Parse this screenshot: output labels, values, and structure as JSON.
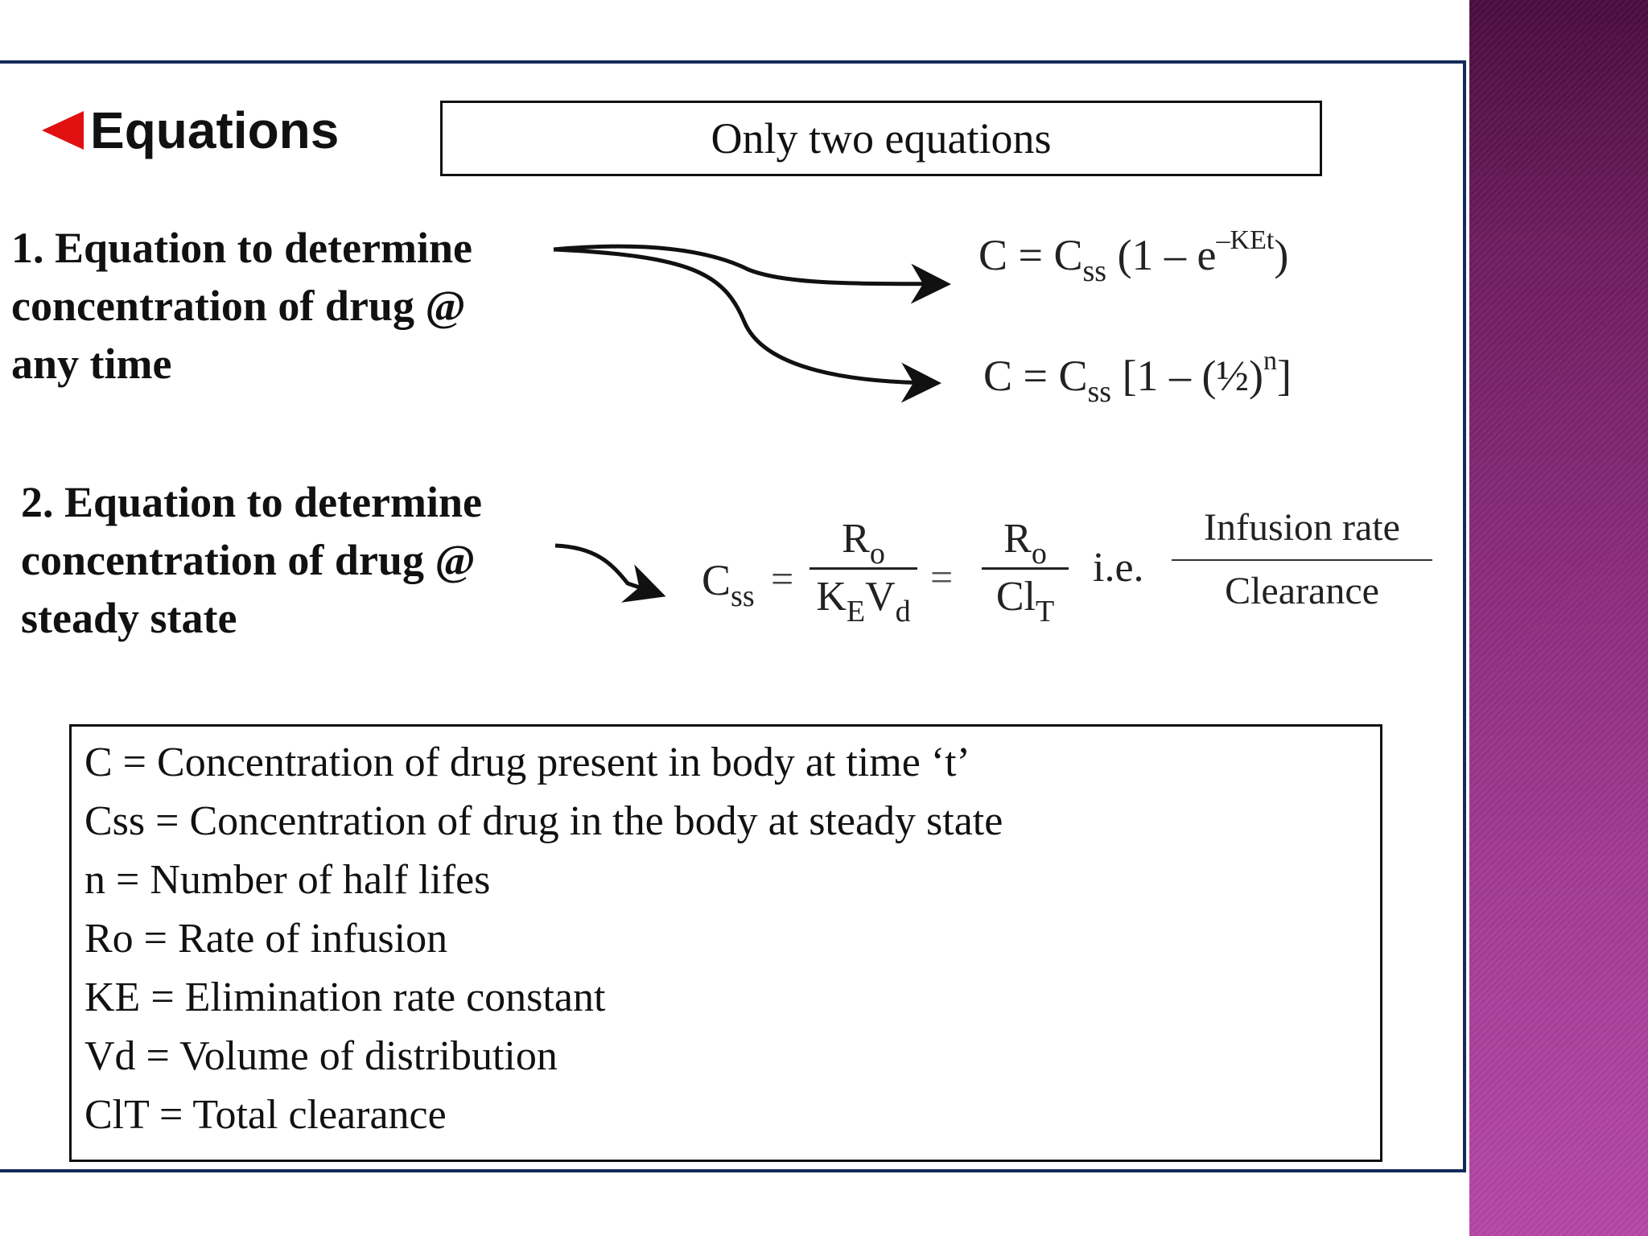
{
  "heading": "Equations",
  "callout": "Only two equations",
  "equation1": {
    "label_lines": [
      "1. Equation to determine",
      "concentration of drug @",
      "any time"
    ],
    "formula_a": {
      "lhs": "C = C",
      "sub": "ss",
      "mid": " (1 – e",
      "sup": "–KEt",
      "end": ")"
    },
    "formula_b": {
      "lhs": "C = C",
      "sub": "ss",
      "mid": " [1 – (½)",
      "sup": "n",
      "end": "]"
    }
  },
  "equation2": {
    "label_lines": [
      "2. Equation to determine",
      "concentration of drug @",
      "steady state"
    ],
    "lhs": "C",
    "lhs_sub": "ss",
    "equals": "=",
    "frac1": {
      "num": "R",
      "num_sub": "o",
      "den": "K",
      "den_sub1": "E",
      "den_mid": "V",
      "den_sub2": "d"
    },
    "frac2": {
      "num": "R",
      "num_sub": "o",
      "den": "Cl",
      "den_sub": "T"
    },
    "ie": "i.e.",
    "frac3": {
      "num": "Infusion rate",
      "den": "Clearance"
    }
  },
  "legend": [
    "C = Concentration of drug present in body at time ‘t’",
    "Css = Concentration of drug in the body at steady state",
    "n = Number of half lifes",
    "Ro = Rate of infusion",
    "KE = Elimination rate constant",
    "Vd = Volume of distribution",
    "ClT = Total clearance"
  ],
  "colors": {
    "frame": "#142a5c",
    "arrow": "#e01010",
    "sidebar": "#8a2b7b"
  }
}
